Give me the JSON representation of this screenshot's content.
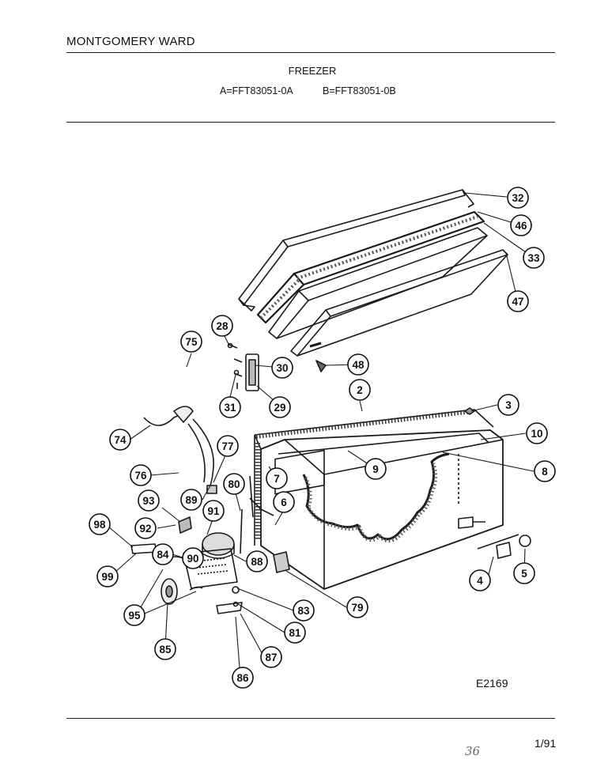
{
  "header": {
    "brand": "MONTGOMERY WARD",
    "title": "FREEZER",
    "model_a": "A=FFT83051-0A",
    "model_b": "B=FFT83051-0B"
  },
  "footer": {
    "diagram_code": "E2169",
    "page": "1/91",
    "handwritten_mark": "36"
  },
  "callouts": [
    "32",
    "46",
    "33",
    "47",
    "28",
    "75",
    "30",
    "48",
    "31",
    "29",
    "2",
    "3",
    "10",
    "74",
    "77",
    "9",
    "8",
    "76",
    "80",
    "7",
    "93",
    "89",
    "91",
    "6",
    "98",
    "92",
    "84",
    "90",
    "88",
    "99",
    "4",
    "5",
    "95",
    "83",
    "79",
    "81",
    "85",
    "87",
    "86"
  ]
}
